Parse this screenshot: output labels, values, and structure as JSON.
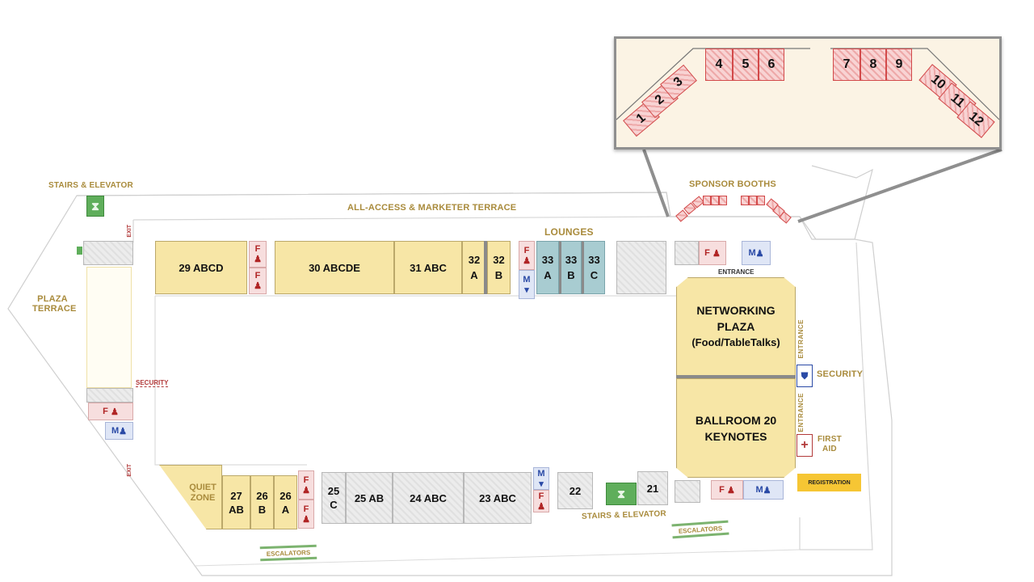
{
  "labels": {
    "stairs_elevator_top": "STAIRS & ELEVATOR",
    "terrace": "ALL-ACCESS & MARKETER TERRACE",
    "sponsor_booths": "SPONSOR BOOTHS",
    "lounges": "LOUNGES",
    "plaza_terrace_line1": "PLAZA",
    "plaza_terrace_line2": "TERRACE",
    "exit": "EXIT",
    "security_left": "SECURITY",
    "security_right": "SECURITY",
    "entrance_top": "ENTRANCE",
    "entrance_side": "ENTRANCE",
    "first_aid_line1": "FIRST",
    "first_aid_line2": "AID",
    "registration": "REGISTRATION",
    "stairs_elevator_bottom": "STAIRS & ELEVATOR",
    "escalators": "ESCALATORS",
    "quiet_zone_line1": "QUIET",
    "quiet_zone_line2": "ZONE",
    "restroom_f": "F",
    "restroom_m": "M"
  },
  "rooms_top": {
    "r29": "29 ABCD",
    "r30": "30 ABCDE",
    "r31": "31 ABC",
    "r32a_num": "32",
    "r32a_letter": "A",
    "r32b_num": "32",
    "r32b_letter": "B",
    "r33a_num": "33",
    "r33a_letter": "A",
    "r33b_num": "33",
    "r33b_letter": "B",
    "r33c_num": "33",
    "r33c_letter": "C"
  },
  "rooms_bottom": {
    "r27_num": "27",
    "r27_letter": "AB",
    "r26b_num": "26",
    "r26b_letter": "B",
    "r26a_num": "26",
    "r26a_letter": "A",
    "r25c_num": "25",
    "r25c_letter": "C",
    "r25ab": "25 AB",
    "r24": "24 ABC",
    "r23": "23 ABC",
    "r22": "22",
    "r21": "21"
  },
  "networking": {
    "line1": "NETWORKING",
    "line2": "PLAZA",
    "line3": "(Food/TableTalks)"
  },
  "ballroom": {
    "line1": "BALLROOM 20",
    "line2": "KEYNOTES"
  },
  "booths": [
    "1",
    "2",
    "3",
    "4",
    "5",
    "6",
    "7",
    "8",
    "9",
    "10",
    "11",
    "12"
  ],
  "colors": {
    "room_tan": "#f7e6a6",
    "lounge_blue": "#a8ccd1",
    "booth_red": "#d24a4a",
    "gold_label": "#a98b3c",
    "stairs_green": "#5fae5b",
    "registration_yellow": "#f6c634"
  },
  "icons": {
    "stairs": "stairs-elevator-icon",
    "female": "female-restroom-icon",
    "male": "male-restroom-icon",
    "security": "security-shield-icon",
    "first_aid": "first-aid-cross-icon"
  }
}
